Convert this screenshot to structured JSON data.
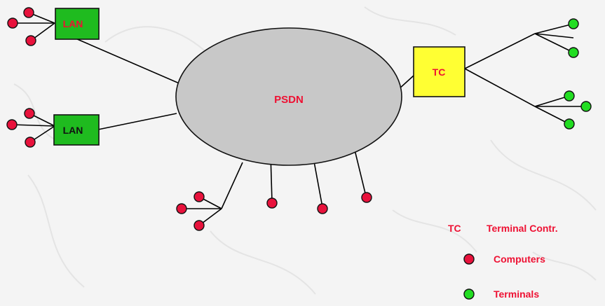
{
  "diagram": {
    "network": {
      "label": "PSDN"
    },
    "lan_top": {
      "label": "LAN"
    },
    "lan_bottom": {
      "label": "LAN"
    },
    "terminal_controller": {
      "label": "TC"
    },
    "legend": {
      "tc_abbrev": "TC",
      "tc_text": "Terminal Contr.",
      "computers_text": "Computers",
      "terminals_text": "Terminals"
    },
    "colors": {
      "network_fill": "#c8c8c8",
      "lan_fill": "#1fbb1f",
      "tc_fill": "#ffff33",
      "computer_node": "#e8123c",
      "terminal_node": "#22dd22",
      "label_red": "#ee1133",
      "line": "#000000"
    }
  }
}
